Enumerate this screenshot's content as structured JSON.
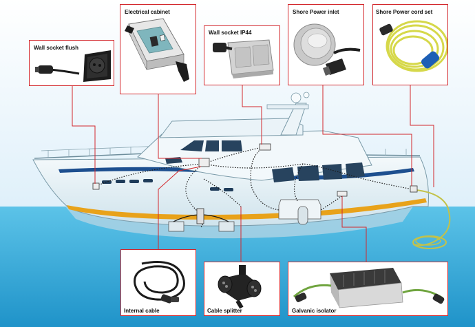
{
  "colors": {
    "callout": "#d3272c",
    "sky": "#dff0fa",
    "sea": "#2aa6d6",
    "hull_stripe": "#1d4f8f",
    "waterline": "#e8a21a",
    "cable": "#1a1a1a",
    "shore_cord": "#d6d84a"
  },
  "panels": {
    "wall_socket_flush": {
      "label": "Wall socket flush",
      "icon": "flush-wall-socket-icon"
    },
    "electrical_cabinet": {
      "label": "Electrical cabinet",
      "icon": "electrical-cabinet-icon"
    },
    "wall_socket_ip44": {
      "label": "Wall socket IP44",
      "icon": "ip44-wall-socket-icon"
    },
    "shore_power_inlet": {
      "label": "Shore Power inlet",
      "icon": "shore-power-inlet-icon"
    },
    "shore_power_cord_set": {
      "label": "Shore Power cord set",
      "icon": "shore-power-cord-icon"
    },
    "internal_cable": {
      "label": "Internal cable",
      "icon": "internal-cable-icon"
    },
    "cable_splitter": {
      "label": "Cable splitter",
      "icon": "cable-splitter-icon"
    },
    "galvanic_isolator": {
      "label": "Galvanic isolator",
      "icon": "galvanic-isolator-icon"
    }
  }
}
